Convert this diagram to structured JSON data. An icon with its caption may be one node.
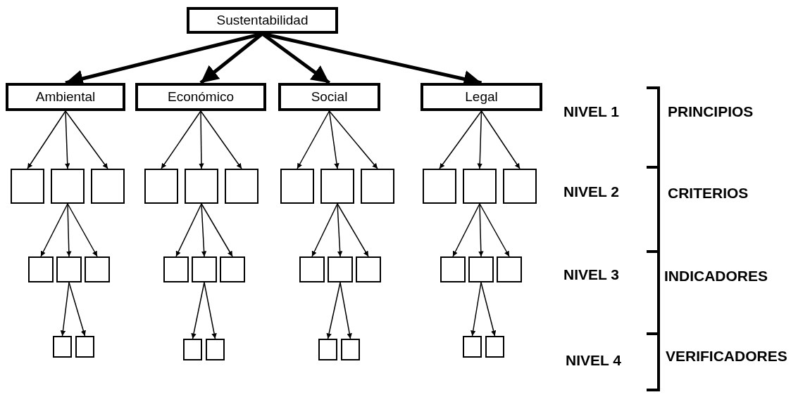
{
  "diagram": {
    "nodes": [
      {
        "text": [
          "Sustentabilidad"
        ]
      },
      {
        "text": [
          "Ambiental"
        ]
      },
      {
        "text": [
          "Económico"
        ]
      },
      {
        "text": [
          "Social"
        ]
      },
      {
        "text": [
          "Legal"
        ]
      },
      {
        "text": [],
        "shape": "box"
      },
      {
        "text": [],
        "shape": "box"
      },
      {
        "text": [],
        "shape": "box"
      },
      {
        "text": [],
        "shape": "box"
      },
      {
        "text": [],
        "shape": "box"
      },
      {
        "text": [],
        "shape": "box"
      },
      {
        "text": [],
        "shape": "box"
      },
      {
        "text": [],
        "shape": "box"
      },
      {
        "text": [],
        "shape": "box"
      },
      {
        "text": [],
        "shape": "box"
      },
      {
        "text": [],
        "shape": "box"
      },
      {
        "text": [],
        "shape": "box"
      },
      {
        "text": [],
        "shape": "box"
      },
      {
        "text": [],
        "shape": "box"
      },
      {
        "text": [],
        "shape": "box"
      },
      {
        "text": [],
        "shape": "box"
      },
      {
        "text": [],
        "shape": "box"
      },
      {
        "text": [],
        "shape": "box"
      },
      {
        "text": [],
        "shape": "box"
      },
      {
        "text": [],
        "shape": "box"
      },
      {
        "text": [],
        "shape": "box"
      },
      {
        "text": [],
        "shape": "box"
      },
      {
        "text": [],
        "shape": "box"
      },
      {
        "text": [],
        "shape": "box"
      },
      {
        "text": [],
        "shape": "box"
      },
      {
        "text": [],
        "shape": "box"
      },
      {
        "text": [],
        "shape": "box"
      },
      {
        "text": [],
        "shape": "box"
      },
      {
        "text": [],
        "shape": "box"
      },
      {
        "text": [],
        "shape": "box"
      },
      {
        "text": [],
        "shape": "box"
      },
      {
        "text": [],
        "shape": "box"
      }
    ],
    "edges": [
      {
        "from": 0,
        "to": 1,
        "arrow": "to",
        "style": "thick"
      },
      {
        "from": 0,
        "to": 2,
        "arrow": "to",
        "style": "thick"
      },
      {
        "from": 0,
        "to": 3,
        "arrow": "to",
        "style": "thick"
      },
      {
        "from": 0,
        "to": 4,
        "arrow": "to",
        "style": "thick"
      },
      {
        "from": 1,
        "to": 5,
        "arrow": "to"
      },
      {
        "from": 1,
        "to": 6,
        "arrow": "to"
      },
      {
        "from": 1,
        "to": 7,
        "arrow": "to"
      },
      {
        "from": 2,
        "to": 8,
        "arrow": "to"
      },
      {
        "from": 2,
        "to": 9,
        "arrow": "to"
      },
      {
        "from": 2,
        "to": 10,
        "arrow": "to"
      },
      {
        "from": 3,
        "to": 11,
        "arrow": "to"
      },
      {
        "from": 3,
        "to": 12,
        "arrow": "to"
      },
      {
        "from": 3,
        "to": 13,
        "arrow": "to"
      },
      {
        "from": 4,
        "to": 14,
        "arrow": "to"
      },
      {
        "from": 4,
        "to": 15,
        "arrow": "to"
      },
      {
        "from": 4,
        "to": 16,
        "arrow": "to"
      },
      {
        "from": 6,
        "to": 17,
        "arrow": "to"
      },
      {
        "from": 6,
        "to": 18,
        "arrow": "to"
      },
      {
        "from": 6,
        "to": 19,
        "arrow": "to"
      },
      {
        "from": 9,
        "to": 20,
        "arrow": "to"
      },
      {
        "from": 9,
        "to": 21,
        "arrow": "to"
      },
      {
        "from": 9,
        "to": 22,
        "arrow": "to"
      },
      {
        "from": 12,
        "to": 23,
        "arrow": "to"
      },
      {
        "from": 12,
        "to": 24,
        "arrow": "to"
      },
      {
        "from": 12,
        "to": 25,
        "arrow": "to"
      },
      {
        "from": 15,
        "to": 26,
        "arrow": "to"
      },
      {
        "from": 15,
        "to": 27,
        "arrow": "to"
      },
      {
        "from": 15,
        "to": 28,
        "arrow": "to"
      },
      {
        "from": 18,
        "to": 29,
        "arrow": "to"
      },
      {
        "from": 18,
        "to": 30,
        "arrow": "to"
      },
      {
        "from": 21,
        "to": 31,
        "arrow": "to"
      },
      {
        "from": 21,
        "to": 32,
        "arrow": "to"
      },
      {
        "from": 24,
        "to": 33,
        "arrow": "to"
      },
      {
        "from": 24,
        "to": 34,
        "arrow": "to"
      },
      {
        "from": 27,
        "to": 35,
        "arrow": "to"
      },
      {
        "from": 27,
        "to": 36,
        "arrow": "to"
      }
    ],
    "labels": [
      "NIVEL 1",
      "PRINCIPIOS",
      "NIVEL 2",
      "CRITERIOS",
      "NIVEL 3",
      "INDICADORES",
      "NIVEL 4",
      "VERIFICADORES"
    ]
  }
}
